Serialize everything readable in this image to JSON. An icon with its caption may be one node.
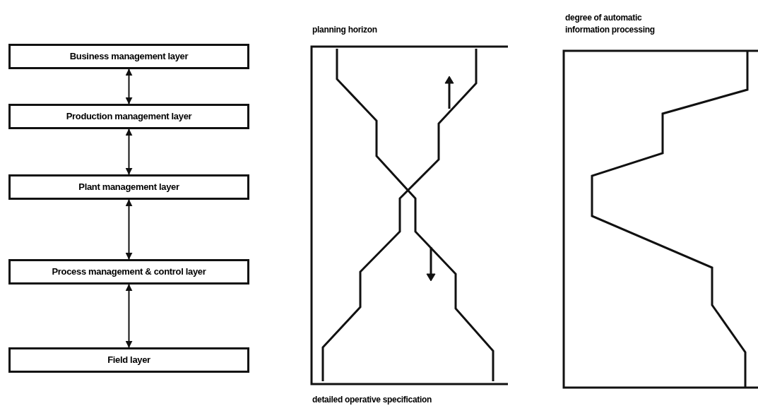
{
  "diagram": {
    "nodes": [
      {
        "text": [
          "Business management layer"
        ]
      },
      {
        "text": [
          "Production management layer"
        ]
      },
      {
        "text": [
          "Plant management layer"
        ]
      },
      {
        "text": [
          "Process management & control layer"
        ]
      },
      {
        "text": [
          "Field layer"
        ]
      }
    ],
    "edges": [
      {
        "from": 0,
        "to": 1,
        "arrow": "both"
      },
      {
        "from": 1,
        "to": 2,
        "arrow": "both"
      },
      {
        "from": 2,
        "to": 3,
        "arrow": "both"
      },
      {
        "from": 3,
        "to": 4,
        "arrow": "both"
      }
    ],
    "labels": [
      "planning horizon",
      "detailed operative specification",
      "degree of automatic information processing"
    ]
  }
}
